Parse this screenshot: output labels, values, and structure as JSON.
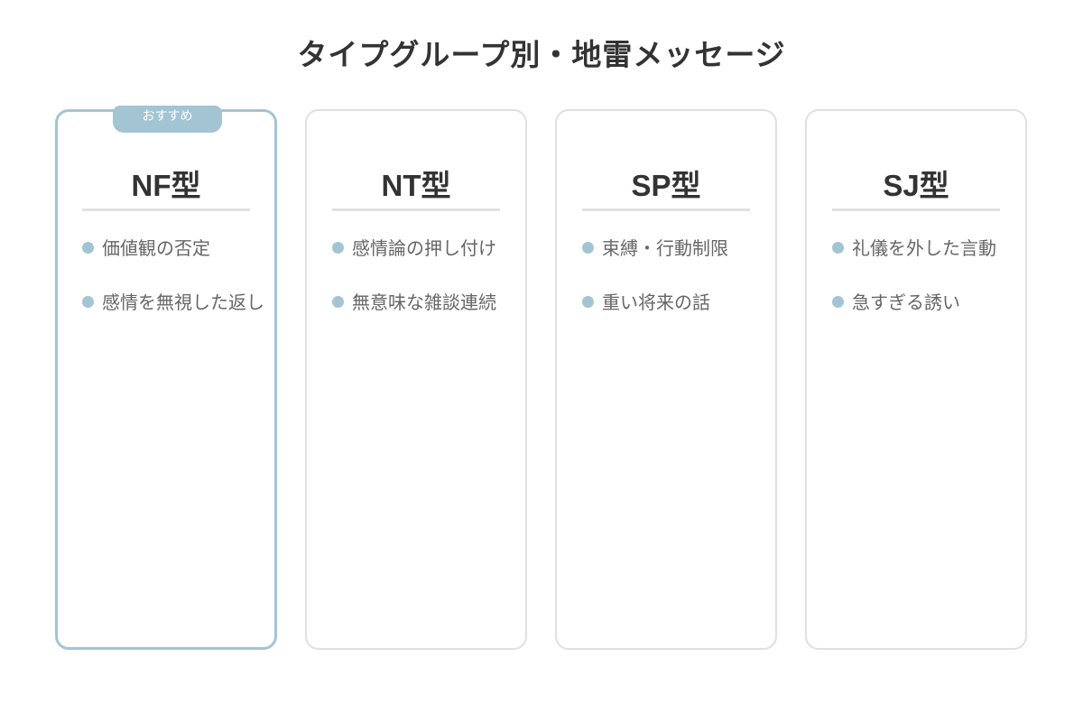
{
  "title": "タイプグループ別・地雷メッセージ",
  "colors": {
    "accent": "#a3c4d3",
    "border": "#e0e0e0",
    "title_text": "#333333",
    "item_text": "#666666"
  },
  "cards": [
    {
      "title": "NF型",
      "badge": "おすすめ",
      "featured": true,
      "items": [
        "価値観の否定",
        "感情を無視した返し"
      ]
    },
    {
      "title": "NT型",
      "featured": false,
      "items": [
        "感情論の押し付け",
        "無意味な雑談連続"
      ]
    },
    {
      "title": "SP型",
      "featured": false,
      "items": [
        "束縛・行動制限",
        "重い将来の話"
      ]
    },
    {
      "title": "SJ型",
      "featured": false,
      "items": [
        "礼儀を外した言動",
        "急すぎる誘い"
      ]
    }
  ]
}
